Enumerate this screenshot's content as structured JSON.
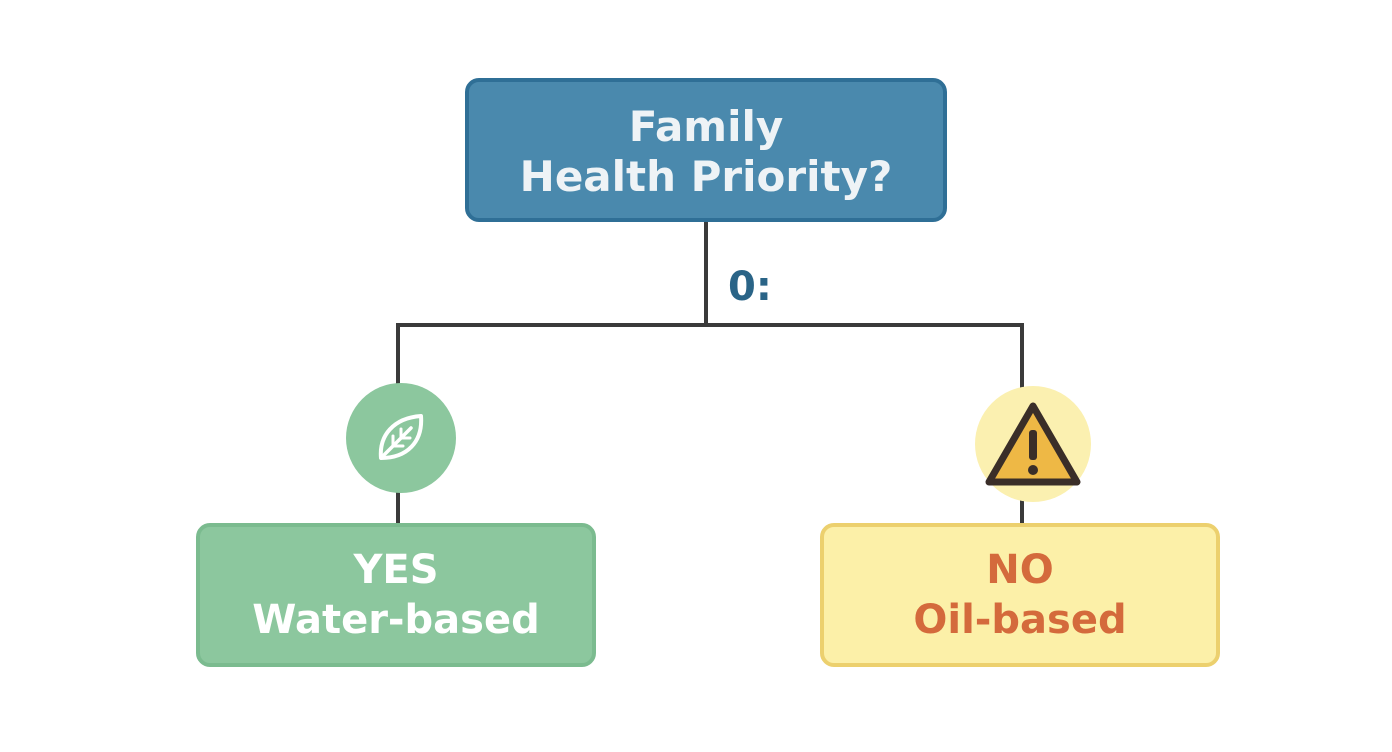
{
  "root": {
    "line1": "Family",
    "line2": "Health Priority?",
    "fill": "#4a89ad"
  },
  "branch_label": "0:",
  "yes_node": {
    "line1": "YES",
    "line2": "Water-based",
    "fill": "#8cc79e",
    "icon": "leaf-icon"
  },
  "no_node": {
    "line1": "NO",
    "line2": "Oil-based",
    "fill": "#fcf0a8",
    "text_color": "#d46a3c",
    "icon": "warning-icon"
  },
  "connector_color": "#3a3a3a"
}
